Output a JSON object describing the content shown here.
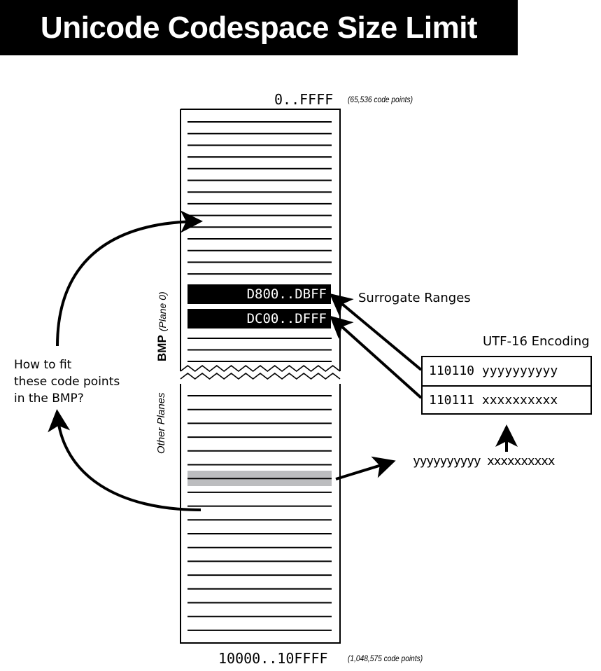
{
  "title": "Unicode Codespace Size Limit",
  "bmp": {
    "range": "0..FFFF",
    "count": "(65,536 code points)",
    "label_bold": "BMP",
    "label_italic": "(Plane 0)",
    "surrogates": [
      "D800..DBFF",
      "DC00..DFFF"
    ]
  },
  "other_planes": {
    "label": "Other Planes",
    "range": "10000..10FFFF",
    "count": "(1,048,575 code points)"
  },
  "surrogate_label": "Surrogate Ranges",
  "question": [
    "How to fit",
    "these code points",
    "in the BMP?"
  ],
  "utf16": {
    "title": "UTF-16 Encoding",
    "rows": [
      "110110 yyyyyyyyyy",
      "110111 xxxxxxxxxx"
    ]
  },
  "split_bits": "yyyyyyyyyy xxxxxxxxxx",
  "colors": {
    "black": "#000000",
    "highlight_gray": "#bcbdbf",
    "white": "#ffffff"
  }
}
